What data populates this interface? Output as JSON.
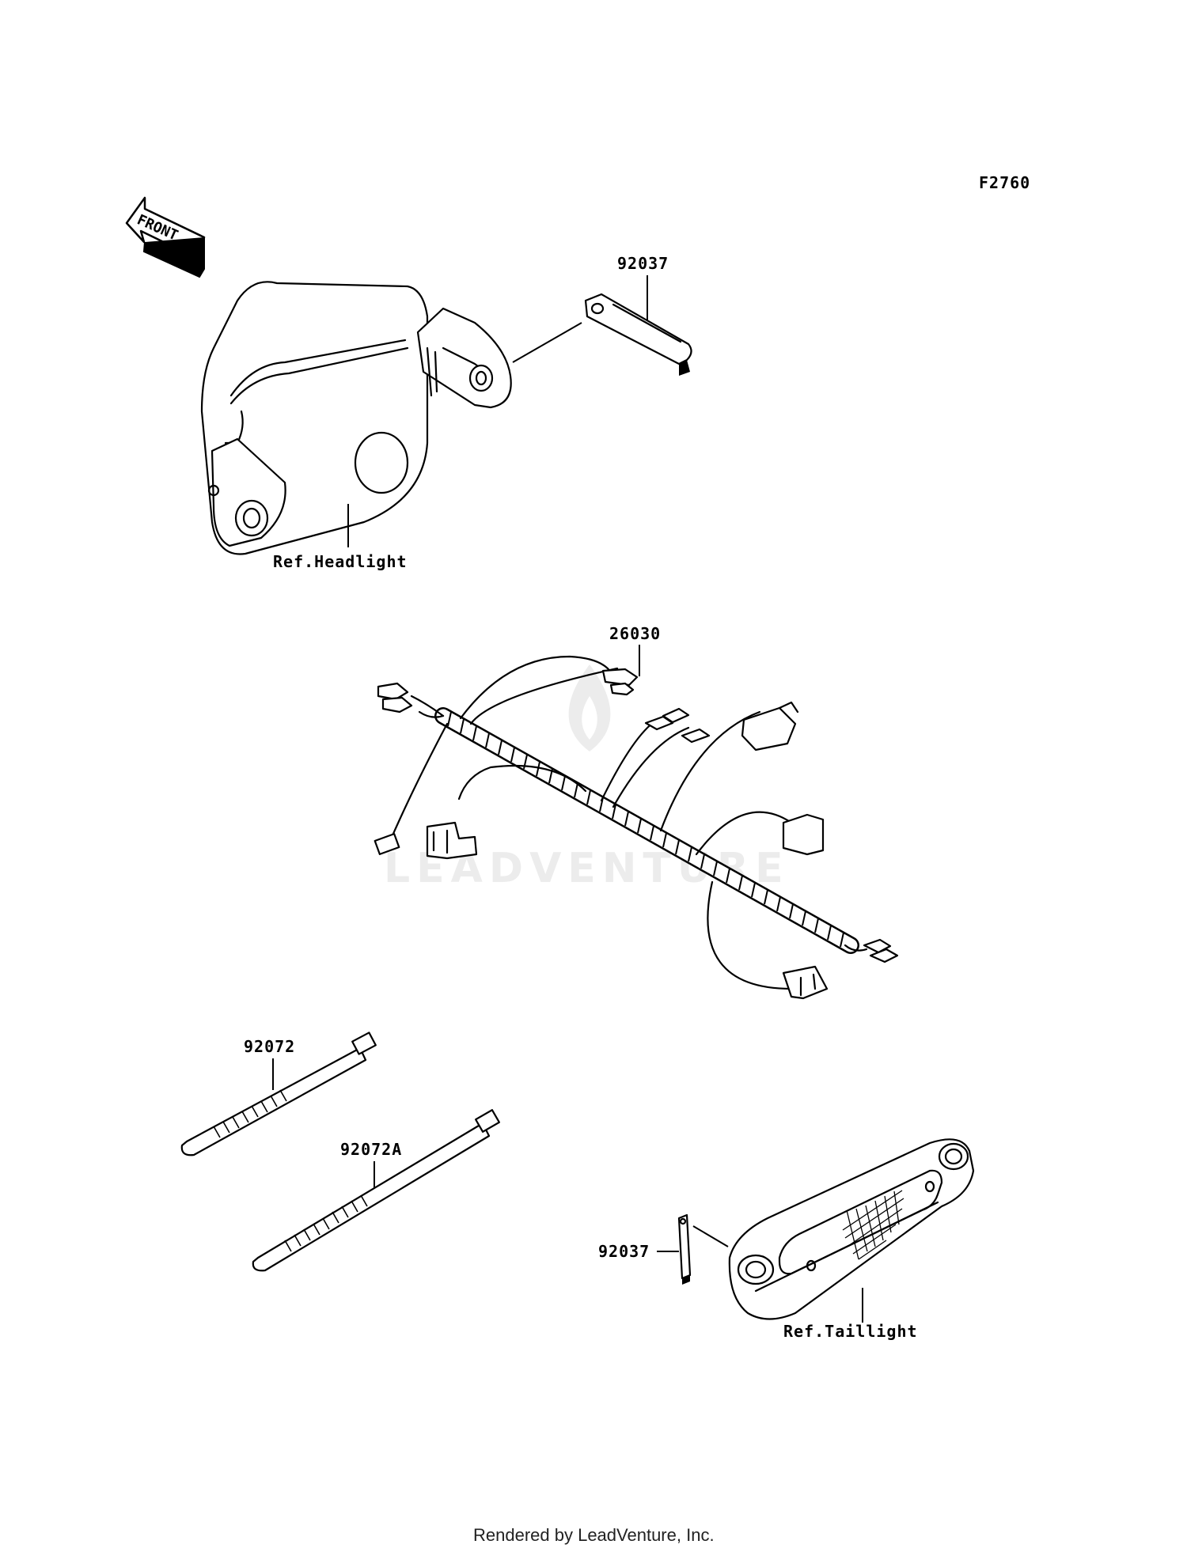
{
  "diagram_code": "F2760",
  "front_label": "FRONT",
  "labels": {
    "reflector_top": "92037",
    "headlight_ref": "Ref.Headlight",
    "harness": "26030",
    "band_short": "92072",
    "band_long": "92072A",
    "reflector_bottom": "92037",
    "taillight_ref": "Ref.Taillight"
  },
  "watermark": "LEADVENTURE",
  "footer": "Rendered by LeadVenture, Inc."
}
